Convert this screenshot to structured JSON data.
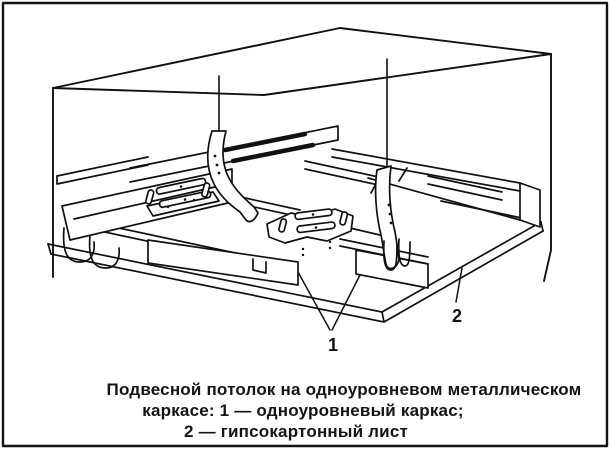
{
  "figure": {
    "labels": {
      "frame": "1",
      "sheet": "2"
    },
    "caption": {
      "line1": "Подвесной потолок на одноуровневом металлическом",
      "line2": "каркасе: 1 — одноуровневый каркас;",
      "line3": "2 — гипсокартонный лист"
    },
    "colors": {
      "ink": "#111111",
      "background": "#ffffff"
    }
  }
}
